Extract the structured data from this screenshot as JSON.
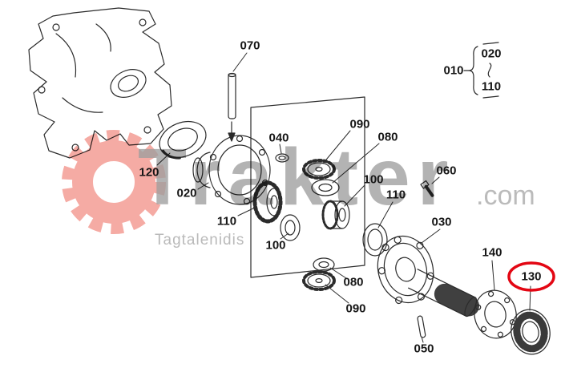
{
  "page": {
    "background": "#ffffff"
  },
  "watermark": {
    "brand": "Trakter",
    "tld": ".com",
    "subtitle": "Tagtalenidis",
    "gear_color": "#f28b82",
    "brand_color": "#9e9e9e",
    "tld_color": "#ababab",
    "subtitle_color": "#b3b3b3"
  },
  "highlight": {
    "part": "130",
    "color": "#e30613"
  },
  "legend": {
    "group": "010",
    "range_start": "020",
    "range_end": "110"
  },
  "labels": [
    {
      "part": "070",
      "text": "070"
    },
    {
      "part": "010",
      "text": "010"
    },
    {
      "part": "020-legend",
      "text": "020"
    },
    {
      "part": "110-legend",
      "text": "110"
    },
    {
      "part": "120",
      "text": "120"
    },
    {
      "part": "020",
      "text": "020"
    },
    {
      "part": "040",
      "text": "040"
    },
    {
      "part": "090-top",
      "text": "090"
    },
    {
      "part": "080-top",
      "text": "080"
    },
    {
      "part": "100-right",
      "text": "100"
    },
    {
      "part": "110-left",
      "text": "110"
    },
    {
      "part": "100-left",
      "text": "100"
    },
    {
      "part": "110-right",
      "text": "110"
    },
    {
      "part": "060",
      "text": "060"
    },
    {
      "part": "030",
      "text": "030"
    },
    {
      "part": "140",
      "text": "140"
    },
    {
      "part": "130",
      "text": "130"
    },
    {
      "part": "080-bottom",
      "text": "080"
    },
    {
      "part": "090-bottom",
      "text": "090"
    },
    {
      "part": "050",
      "text": "050"
    }
  ]
}
